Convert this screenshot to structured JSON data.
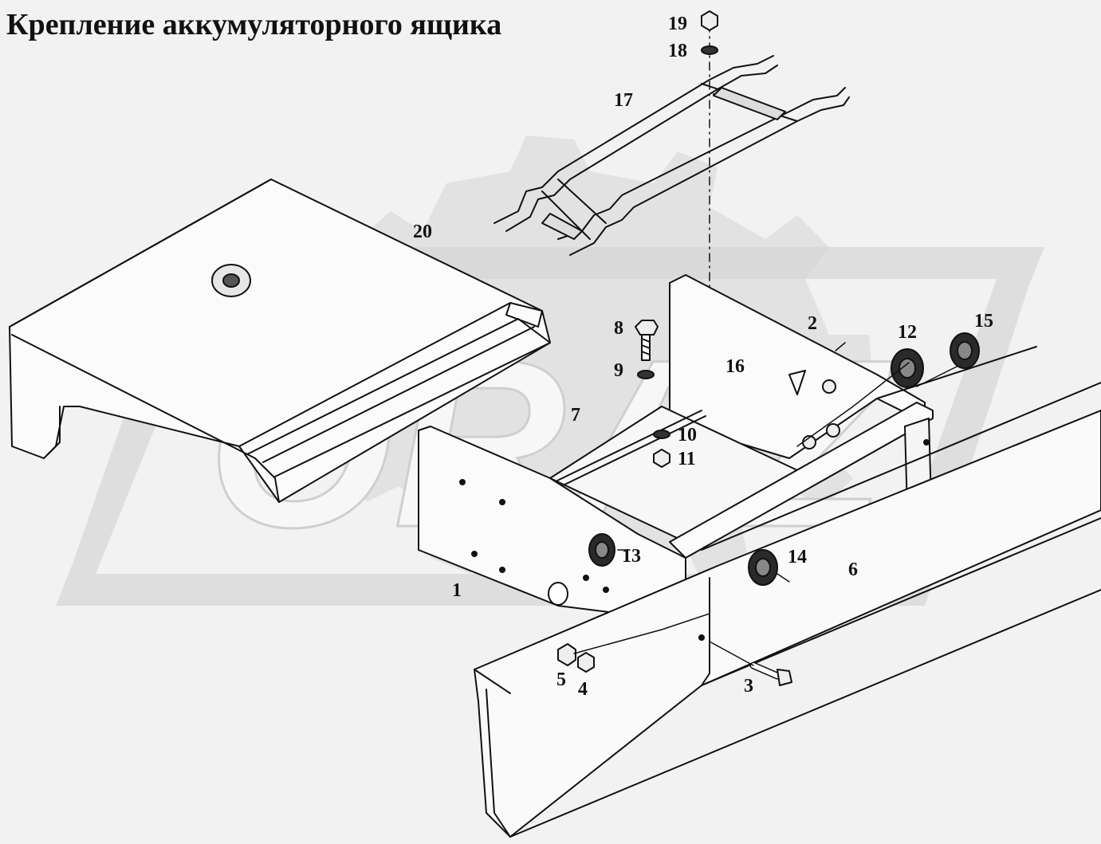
{
  "title": "Крепление аккумуляторного ящика",
  "watermark": {
    "text": "ORAZ",
    "color": "#d4d4d4"
  },
  "colors": {
    "background": "#f2f2f2",
    "line": "#111111",
    "part_fill": "#fafafa"
  },
  "callouts": [
    {
      "id": "19",
      "label": "19"
    },
    {
      "id": "18",
      "label": "18"
    },
    {
      "id": "17",
      "label": "17"
    },
    {
      "id": "20",
      "label": "20"
    },
    {
      "id": "8",
      "label": "8"
    },
    {
      "id": "9",
      "label": "9"
    },
    {
      "id": "16",
      "label": "16"
    },
    {
      "id": "2",
      "label": "2"
    },
    {
      "id": "12",
      "label": "12"
    },
    {
      "id": "15",
      "label": "15"
    },
    {
      "id": "7",
      "label": "7"
    },
    {
      "id": "10",
      "label": "10"
    },
    {
      "id": "11",
      "label": "11"
    },
    {
      "id": "13",
      "label": "13"
    },
    {
      "id": "14",
      "label": "14"
    },
    {
      "id": "6",
      "label": "6"
    },
    {
      "id": "1",
      "label": "1"
    },
    {
      "id": "5",
      "label": "5"
    },
    {
      "id": "4",
      "label": "4"
    },
    {
      "id": "3",
      "label": "3"
    }
  ]
}
